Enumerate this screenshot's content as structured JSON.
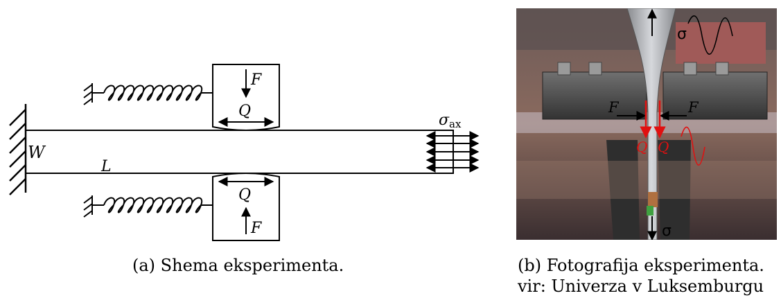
{
  "figure_a": {
    "labels": {
      "W": "W",
      "L": "L",
      "F_top": "F",
      "Q_top": "Q",
      "F_bottom": "F",
      "Q_bottom": "Q",
      "sigma_main": "σ",
      "sigma_sub": "ax"
    },
    "caption": "(a) Shema eksperimenta."
  },
  "figure_b": {
    "labels": {
      "sigma_top": "σ",
      "sigma_bottom": "σ",
      "F_left": "F",
      "F_right": "F",
      "Q_left": "Q",
      "Q_right": "Q"
    },
    "caption_line1": "(b) Fotografija eksperimenta.",
    "caption_line2": "vir: Univerza v Luksemburgu"
  },
  "colors": {
    "ink": "#000000",
    "annotation_red": "#e01010",
    "photo_background": "#8a5a4a",
    "steel": "#4a4a4a"
  }
}
